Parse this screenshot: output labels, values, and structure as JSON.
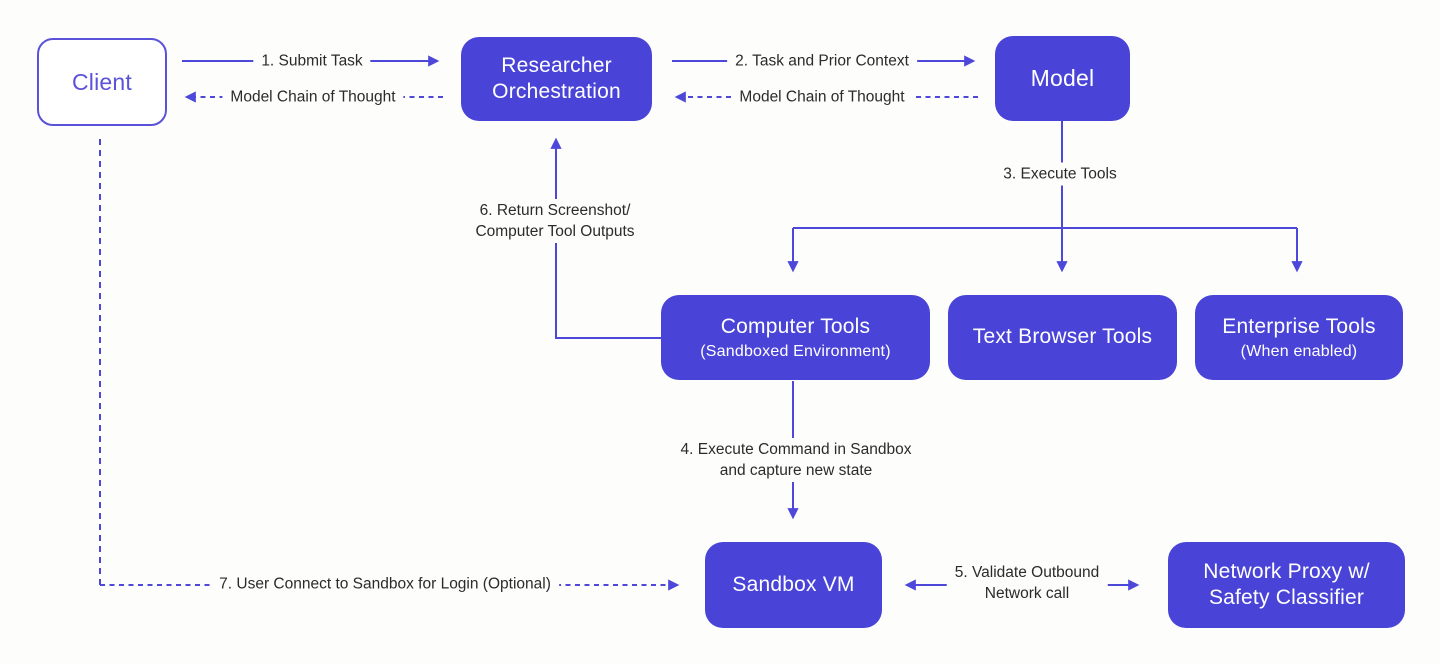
{
  "title": "Researcher orchestration architecture diagram",
  "colors": {
    "background": "#fdfdfb",
    "box_fill": "#4944d7",
    "box_text": "#ffffff",
    "line": "#4e48da",
    "client_accent": "#5a52d8",
    "label_text": "#2b2b2b"
  },
  "nodes": {
    "client": {
      "label": "Client"
    },
    "researcher_orchestration": {
      "line1": "Researcher",
      "line2": "Orchestration"
    },
    "model": {
      "label": "Model"
    },
    "computer_tools": {
      "line1": "Computer Tools",
      "line2": "(Sandboxed Environment)"
    },
    "text_browser_tools": {
      "label": "Text Browser Tools"
    },
    "enterprise_tools": {
      "line1": "Enterprise Tools",
      "line2": "(When enabled)"
    },
    "sandbox_vm": {
      "label": "Sandbox VM"
    },
    "network_proxy": {
      "line1": "Network Proxy w/",
      "line2": "Safety Classifier"
    }
  },
  "edges": {
    "submit_task": "1. Submit Task",
    "model_cot_client": "Model Chain of Thought",
    "task_prior_context": "2. Task and Prior Context",
    "model_cot_orchestration": "Model Chain of Thought",
    "execute_tools": "3. Execute Tools",
    "execute_command_line1": "4. Execute Command in Sandbox",
    "execute_command_line2": "and capture new state",
    "validate_line1": "5. Validate Outbound",
    "validate_line2": "Network call",
    "return_line1": "6. Return Screenshot/",
    "return_line2": "Computer Tool Outputs",
    "user_connect": "7. User Connect to Sandbox for Login (Optional)"
  }
}
